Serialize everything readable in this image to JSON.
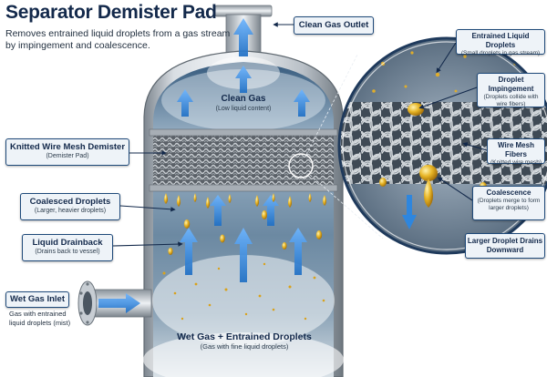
{
  "title": "Separator Demister Pad",
  "subtitle": "Removes entrained liquid droplets  from a gas stream by impingement and coalescence.",
  "labels": {
    "clean_gas_outlet": "Clean Gas Outlet",
    "clean_gas": {
      "title": "Clean Gas",
      "detail": "(Low liquid content)"
    },
    "knitted_mesh": {
      "title": "Knitted Wire Mesh Demister",
      "detail": "(Demister Pad)"
    },
    "coalesced_droplets": {
      "title": "Coalesced Droplets",
      "detail": "(Larger, heavier droplets)"
    },
    "liquid_drainback": {
      "title": "Liquid Drainback",
      "detail": "(Drains back to vessel)"
    },
    "wet_gas_inlet": {
      "title": "Wet Gas Inlet",
      "detail": "Gas with entrained liquid droplets (mist)"
    },
    "wet_gas_entrained": {
      "title": "Wet Gas + Entrained Droplets",
      "detail": "(Gas with fine liquid droplets)"
    },
    "entrained_liquid": {
      "title": "Entrained Liquid Droplets",
      "detail": "(Small droplets in gas stream)"
    },
    "droplet_impingement": {
      "title": "Droplet Impingement",
      "detail": "(Droplets collide with wire fibers)"
    },
    "wire_mesh_fibers": {
      "title": "Wire Mesh Fibers",
      "detail": "(Knitted wire mesh)"
    },
    "coalescence": {
      "title": "Coalescence",
      "detail": "(Droplets merge to form larger droplets)"
    },
    "larger_droplet": {
      "title": "Larger Droplet Drains Downward"
    }
  },
  "colors": {
    "navy": "#13294b",
    "gas_arrow": "#2e86de",
    "droplet": "#d9a21b",
    "steel": "#b7bec6",
    "label_fill": "#eef3f8"
  }
}
